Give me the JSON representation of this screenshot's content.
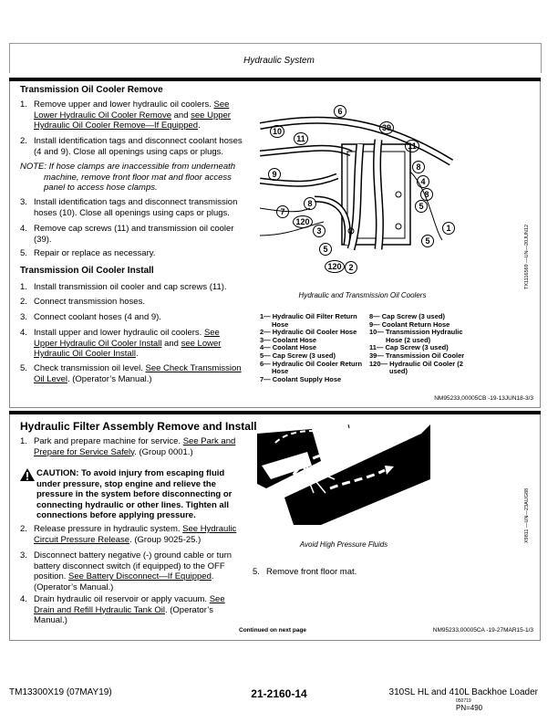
{
  "header": {
    "title": "Hydraulic System"
  },
  "section1": {
    "remove_heading": "Transmission Oil Cooler Remove",
    "remove_steps": [
      {
        "num": "1.",
        "lines": [
          [
            "Remove upper and lower hydraulic oil coolers. ",
            "See"
          ],
          [
            "Lower Hydraulic Oil Cooler Remove",
            " and ",
            "see Upper"
          ],
          [
            "Hydraulic Oil Cooler Remove—If Equipped",
            "."
          ]
        ]
      }
    ],
    "step1_a": "Remove upper and lower hydraulic oil coolers. ",
    "step1_b": "See",
    "step1_c": "Lower Hydraulic Oil Cooler Remove",
    "step1_d": " and ",
    "step1_e": "see Upper",
    "step1_f": "Hydraulic Oil Cooler Remove—If Equipped",
    "step1_g": ".",
    "step2_l1": "Install identification tags and disconnect coolant hoses",
    "step2_l2": "(4 and 9). Close all openings using caps or plugs.",
    "note_l1": "NOTE: If hose clamps are inaccessible from underneath",
    "note_l2": "machine, remove front floor mat and floor access",
    "note_l3": "panel to access hose clamps.",
    "step3_l1": "Install identification tags and disconnect transmission",
    "step3_l2": "hoses (10). Close all openings using caps or plugs.",
    "step4_l1": "Remove cap screws (11) and transmission oil cooler",
    "step4_l2": "(39).",
    "step5": "Repair or replace as necessary.",
    "install_heading": "Transmission Oil Cooler Install",
    "i1": "Install transmission oil cooler and cap screws (11).",
    "i2": "Connect transmission hoses.",
    "i3": "Connect coolant hoses (4 and 9).",
    "i4_a": "Install upper and lower hydraulic oil coolers. ",
    "i4_b": "See",
    "i4_c": "Upper Hydraulic Oil Cooler Install",
    "i4_d": " and ",
    "i4_e": "see Lower",
    "i4_f": "Hydraulic Oil Cooler Install",
    "i4_g": ".",
    "i5_a": "Check transmission oil level. ",
    "i5_b": "See Check Transmission",
    "i5_c": "Oil Level",
    "i5_d": ". (Operator’s Manual.)",
    "figure_caption": "Hydraulic and Transmission Oil Coolers",
    "figure_id": "TX1116569 —UN—20JUN12",
    "callouts": [
      "6",
      "39",
      "10",
      "11",
      "11",
      "9",
      "8",
      "4",
      "8",
      "7",
      "8",
      "5",
      "120",
      "1",
      "3",
      "5",
      "5",
      "120",
      "2"
    ],
    "legend_left": [
      "1— Hydraulic Oil Filter Return",
      "Hose",
      "2— Hydraulic Oil Cooler Hose",
      "3— Coolant Hose",
      "4— Coolant Hose",
      "5— Cap Screw (3 used)",
      "6— Hydraulic Oil Cooler Return",
      "Hose",
      "7— Coolant Supply Hose"
    ],
    "legend_right": [
      "8— Cap Screw (3 used)",
      "9— Coolant Return Hose",
      "10— Transmission Hydraulic",
      "Hose (2 used)",
      "11— Cap Screw (3 used)",
      "39— Transmission Oil Cooler",
      "120— Hydraulic Oil Cooler (2",
      "used)"
    ],
    "ref": "NM95233,00005CB -19-13JUN18-3/3"
  },
  "section2": {
    "heading": "Hydraulic Filter Assembly Remove and Install",
    "s1_a": "Park and prepare machine for service. ",
    "s1_b": "See Park and",
    "s1_c": "Prepare for Service Safely",
    "s1_d": ". (Group 0001.)",
    "caution": [
      "CAUTION: To avoid injury from escaping fluid",
      "under pressure, stop engine and relieve the",
      "pressure in the system before disconnecting or",
      "connecting hydraulic or other lines. Tighten all",
      "connections before applying pressure."
    ],
    "s2_a": "Release pressure in hydraulic system. ",
    "s2_b": "See Hydraulic",
    "s2_c": "Circuit Pressure Release",
    "s2_d": ". (Group 9025-25.)",
    "s3_l1": "Disconnect battery negative (-) ground cable or turn",
    "s3_l2": "battery disconnect switch (if equipped) to the OFF",
    "s3_l3a": "position. ",
    "s3_l3b": "See Battery Disconnect—If Equipped",
    "s3_l3c": ".",
    "s3_l4": "(Operator’s Manual.)",
    "s4_a": "Drain hydraulic oil reservoir or apply vacuum. ",
    "s4_b": "See",
    "s4_c": "Drain and Refill Hydraulic Tank Oil",
    "s4_d": ". (Operator’s",
    "s4_e": "Manual.)",
    "s5": "Remove front floor mat.",
    "figure_caption": "Avoid High Pressure Fluids",
    "figure_id": "X9811 —UN—23AUG88",
    "continued": "Continued on next page",
    "ref": "NM95233,00005CA -19-27MAR15-1/3"
  },
  "footer": {
    "left": "TM13300X19 (07MAY19)",
    "center": "21-2160-14",
    "right": "310SL HL and 410L Backhoe Loader",
    "small": "050719",
    "pn": "PN=490"
  }
}
